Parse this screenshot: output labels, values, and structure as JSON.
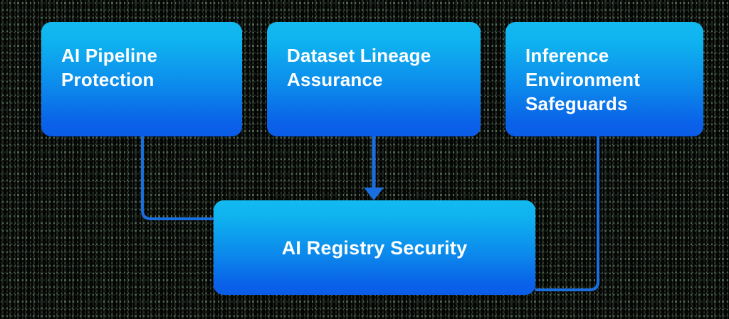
{
  "diagram": {
    "title": "AI Registry Security",
    "type": "flowchart",
    "background_color": "#000000",
    "node_gradient_top": "#13baf0",
    "node_gradient_bottom": "#0a5ce8",
    "connector_color": "#1a6fe0",
    "label_color": "#ffffff",
    "nodes": [
      {
        "id": "ai-pipeline-protection",
        "label": "AI Pipeline\nProtection"
      },
      {
        "id": "dataset-lineage-assurance",
        "label": "Dataset Lineage\nAssurance"
      },
      {
        "id": "inference-env-safeguards",
        "label": "Inference\nEnvironment\nSafeguards"
      },
      {
        "id": "ai-registry-security",
        "label": "AI Registry Security"
      }
    ],
    "connectors": [
      {
        "id": "pipeline-to-registry",
        "from": "ai-pipeline-protection",
        "to": "ai-registry-security",
        "style": "elbow",
        "arrowhead": false
      },
      {
        "id": "dataset-to-registry",
        "from": "dataset-lineage-assurance",
        "to": "ai-registry-security",
        "style": "straight",
        "arrowhead": true
      },
      {
        "id": "inference-to-registry",
        "from": "inference-env-safeguards",
        "to": "ai-registry-security",
        "style": "elbow",
        "arrowhead": false
      }
    ]
  }
}
